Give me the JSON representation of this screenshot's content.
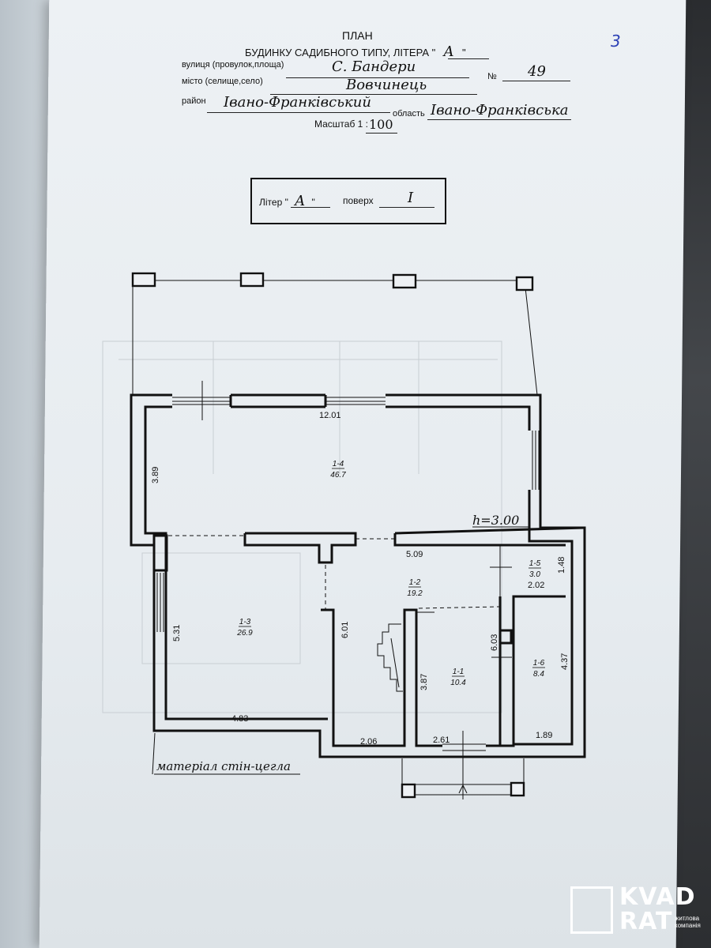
{
  "header": {
    "title": "ПЛАН",
    "subtitle_prefix": "БУДИНКУ САДИБНОГО ТИПУ, ЛІТЕРА \"",
    "subtitle_litera": "А",
    "subtitle_suffix": "\"",
    "street_label": "вулиця (провулок,площа)",
    "street_value": "С. Бандери",
    "number_label": "№",
    "number_value": "49",
    "city_label": "місто (селище,село)",
    "city_value": "Вовчинець",
    "district_label": "район",
    "district_value": "Івано-Франківський",
    "region_label": "область",
    "region_value": "Івано-Франківська",
    "scale_label": "Масштаб 1 :",
    "scale_value": "100"
  },
  "page_number": "3",
  "floor_box": {
    "litera_prefix": "Літер \"",
    "litera_value": "А",
    "litera_suffix": "\"",
    "floor_label": "поверх",
    "floor_value": "I"
  },
  "plan": {
    "height_note": "h=3.00",
    "wall_material": "матеріал стін-цегла",
    "dims": {
      "top_width": "12.01",
      "left_upper": "3.89",
      "left_lower": "5.31",
      "bottom_left": "4.83",
      "hall_width": "5.09",
      "hall_height": "6.01",
      "bottom_mid": "2.06",
      "stair_height": "3.87",
      "bottom_entry": "2.61",
      "right_col": "6.03",
      "small_room_w": "2.02",
      "small_room_h": "1.48",
      "right_height": "4.37",
      "bottom_right": "1.89"
    },
    "rooms": [
      {
        "id": "1-4",
        "area": "46.7"
      },
      {
        "id": "1-3",
        "area": "26.9"
      },
      {
        "id": "1-2",
        "area": "19.2"
      },
      {
        "id": "1-5",
        "area": "3.0"
      },
      {
        "id": "1-1",
        "area": "10.4"
      },
      {
        "id": "1-6",
        "area": "8.4"
      }
    ]
  },
  "logo": {
    "line1": "KVAD",
    "line2": "RAT",
    "sub": "житлова компанія"
  }
}
